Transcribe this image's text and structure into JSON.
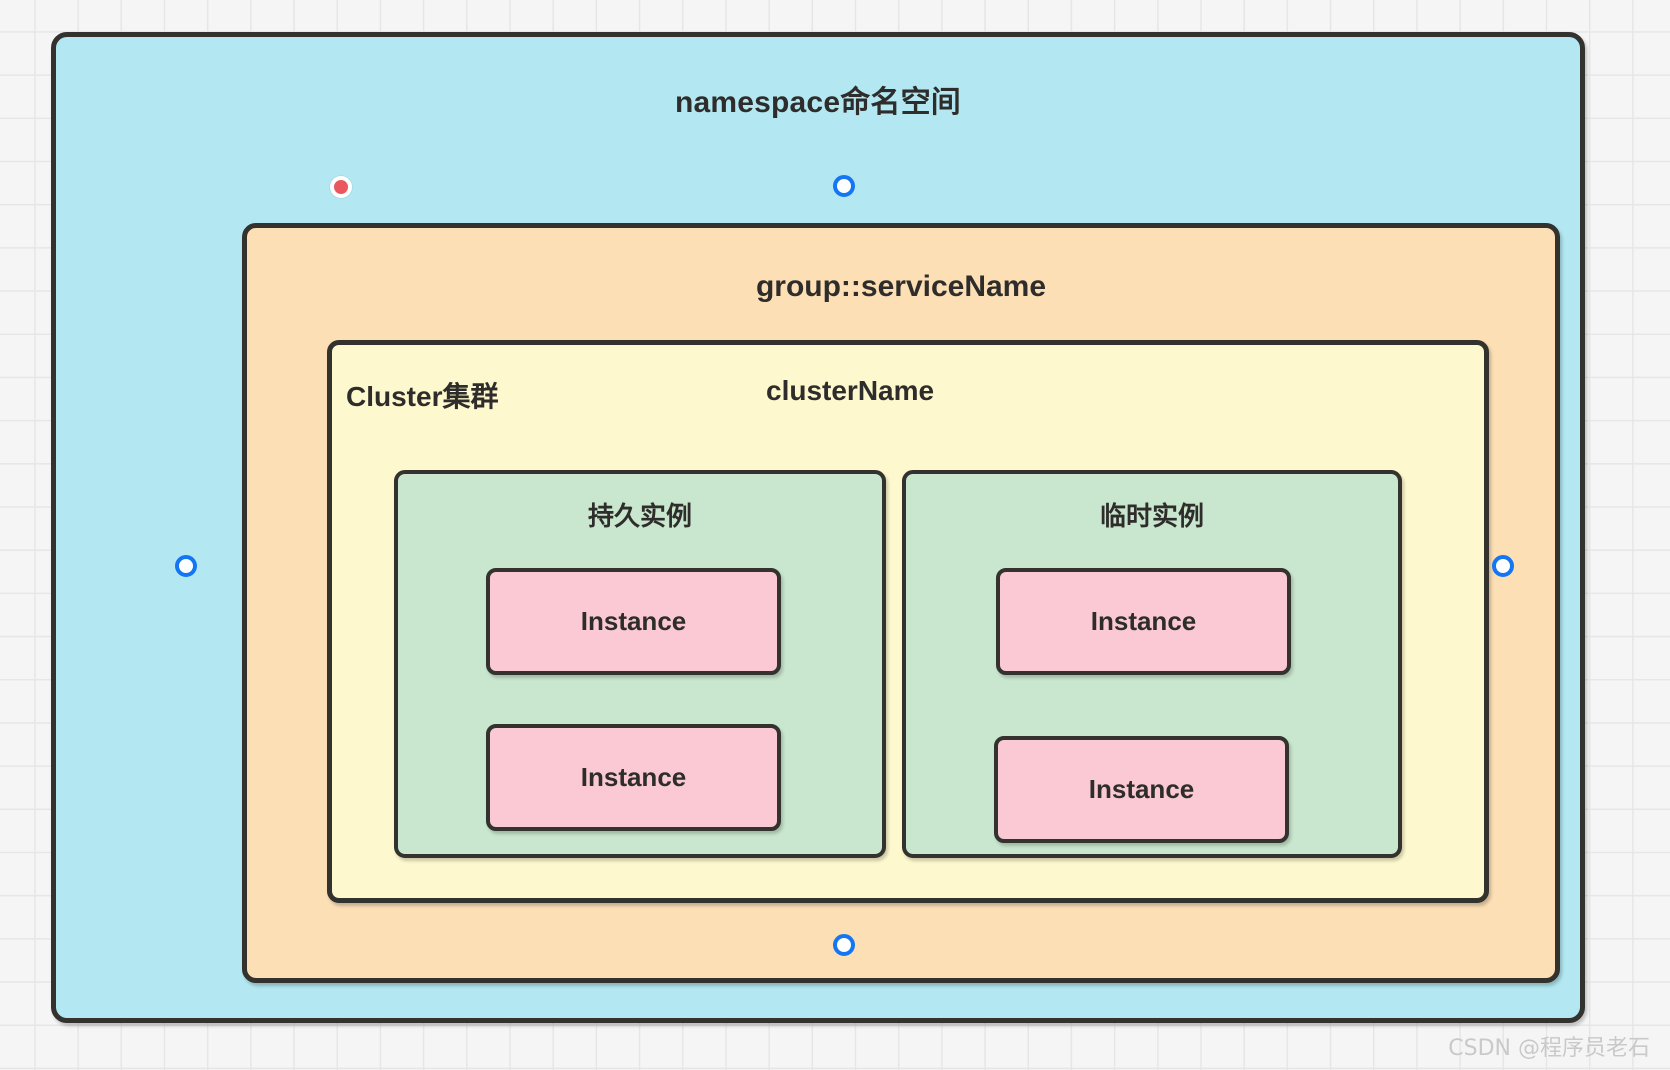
{
  "diagram": {
    "namespace": {
      "title": "namespace命名空间",
      "color": "#b3e8f2"
    },
    "service_group": {
      "title": "group::serviceName",
      "color": "#fcdfb4"
    },
    "cluster": {
      "label": "Cluster集群",
      "name": "clusterName",
      "color": "#fdf8cd"
    },
    "instance_groups": [
      {
        "title": "持久实例",
        "color": "#c9e7ce",
        "instances": [
          {
            "label": "Instance",
            "color": "#fbc9d3"
          },
          {
            "label": "Instance",
            "color": "#fbc9d3"
          }
        ]
      },
      {
        "title": "临时实例",
        "color": "#c9e7ce",
        "instances": [
          {
            "label": "Instance",
            "color": "#fbc9d3"
          },
          {
            "label": "Instance",
            "color": "#fbc9d3"
          }
        ]
      }
    ],
    "handles": [
      {
        "name": "source-handle",
        "kind": "red",
        "color": "#e8585c"
      },
      {
        "name": "top-handle",
        "kind": "blue",
        "color": "#1476f2"
      },
      {
        "name": "left-handle",
        "kind": "blue",
        "color": "#1476f2"
      },
      {
        "name": "right-handle",
        "kind": "blue",
        "color": "#1476f2"
      },
      {
        "name": "bottom-handle",
        "kind": "blue",
        "color": "#1476f2"
      }
    ]
  },
  "watermark": {
    "text": "CSDN @程序员老石"
  }
}
